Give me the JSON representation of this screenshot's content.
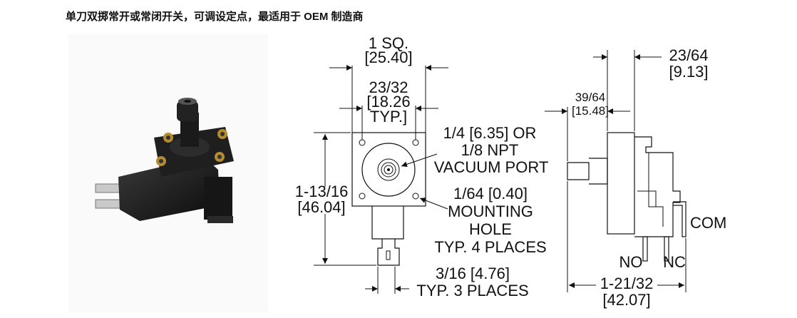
{
  "title": "单刀双掷常开或常闭开关，可调设定点，最适用于 OEM  制造商",
  "front_view": {
    "width_frac": "1 SQ.",
    "width_mm": "[25.40]",
    "hole_spacing_frac": "23/32",
    "hole_spacing_mm": "[18.26",
    "hole_spacing_note": "TYP.]",
    "height_frac": "1-13/16",
    "height_mm": "[46.04]",
    "port_line1": "1/4 [6.35] OR",
    "port_line2": "1/8 NPT",
    "port_line3": "VACUUM PORT",
    "hole_line1": "1/64 [0.40]",
    "hole_line2": "MOUNTING",
    "hole_line3": "HOLE",
    "hole_line4": "TYP. 4 PLACES",
    "terminal_line1": "3/16 [4.76]",
    "terminal_line2": "TYP. 3 PLACES"
  },
  "side_view": {
    "top_frac": "23/64",
    "top_mm": "[9.13]",
    "mid_frac": "39/64",
    "mid_mm": "[15.48]",
    "com_label": "COM",
    "no_label": "NO",
    "nc_label": "NC",
    "bottom_frac": "1-21/32",
    "bottom_mm": "[42.07]"
  }
}
